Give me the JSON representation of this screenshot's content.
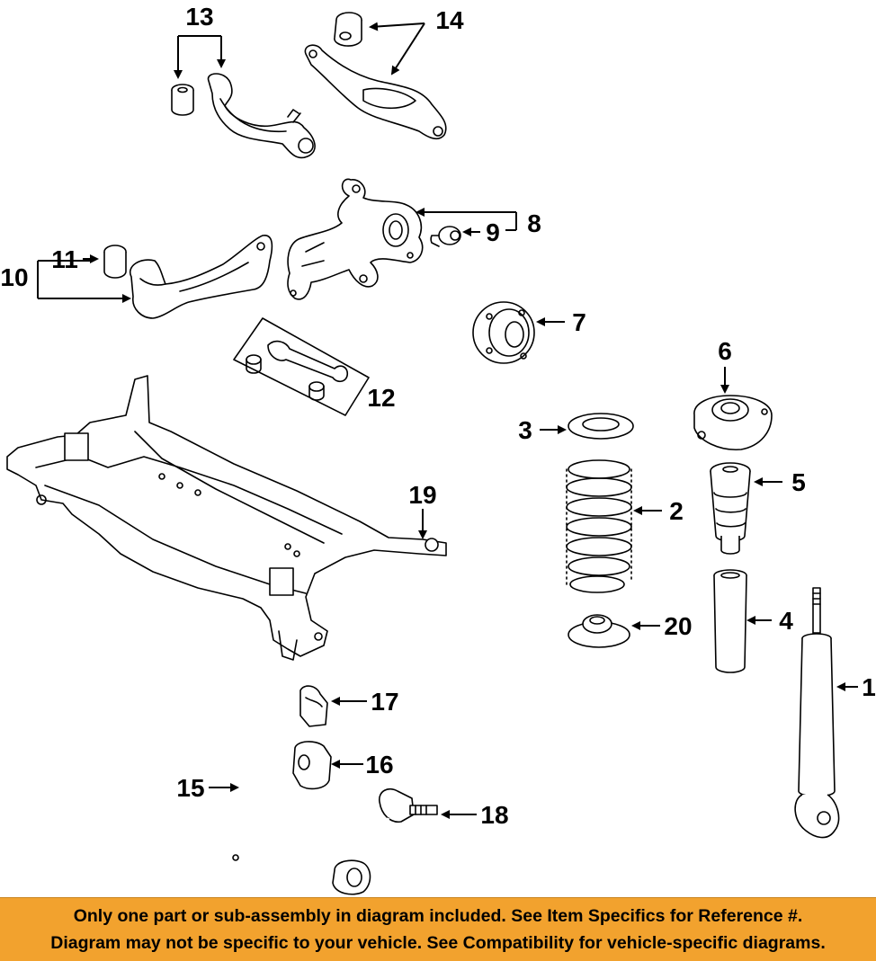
{
  "callouts": {
    "c1": "1",
    "c2": "2",
    "c3": "3",
    "c4": "4",
    "c5": "5",
    "c6": "6",
    "c7": "7",
    "c8": "8",
    "c9": "9",
    "c10": "10",
    "c11": "11",
    "c12": "12",
    "c13": "13",
    "c14": "14",
    "c15": "15",
    "c16": "16",
    "c17": "17",
    "c18": "18",
    "c19": "19",
    "c20": "20"
  },
  "banner": {
    "line1": "Only one part or sub-assembly in diagram included. See Item Specifics for Reference #.",
    "line2": "Diagram may not be specific to your vehicle. See Compatibility for vehicle-specific diagrams."
  },
  "colors": {
    "banner_bg": "#f2a22e",
    "ink": "#000000"
  }
}
